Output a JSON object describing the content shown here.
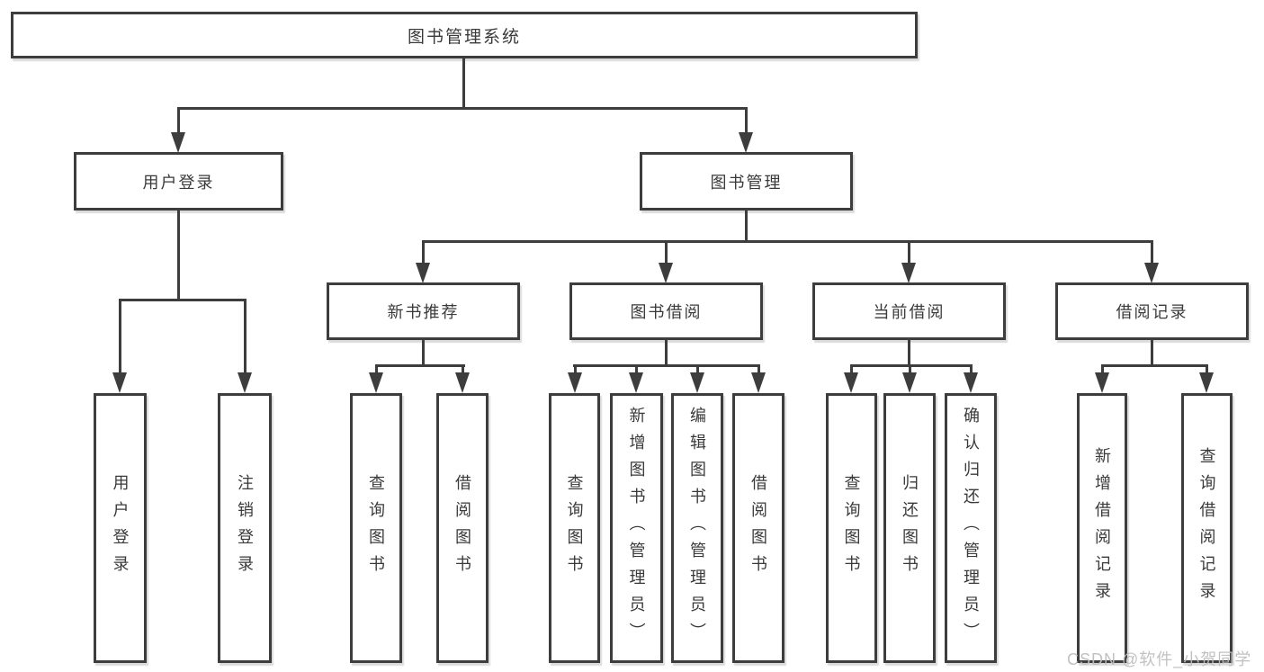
{
  "tree": {
    "root": "图书管理系统",
    "children": [
      {
        "label": "用户登录",
        "children": [
          "用户登录",
          "注销登录"
        ]
      },
      {
        "label": "图书管理",
        "children": [
          {
            "label": "新书推荐",
            "children": [
              "查询图书",
              "借阅图书"
            ]
          },
          {
            "label": "图书借阅",
            "children": [
              "查询图书",
              "新增图书（管理员）",
              "编辑图书（管理员）",
              "借阅图书"
            ]
          },
          {
            "label": "当前借阅",
            "children": [
              "查询图书",
              "归还图书",
              "确认归还（管理员）"
            ]
          },
          {
            "label": "借阅记录",
            "children": [
              "新增借阅记录",
              "查询借阅记录"
            ]
          }
        ]
      }
    ]
  },
  "watermark": "CSDN @软件_小贺同学",
  "colors": {
    "line": "#3d3d3d",
    "text": "#3a3a3a",
    "background": "#ffffff",
    "watermark": "#bebebe"
  }
}
